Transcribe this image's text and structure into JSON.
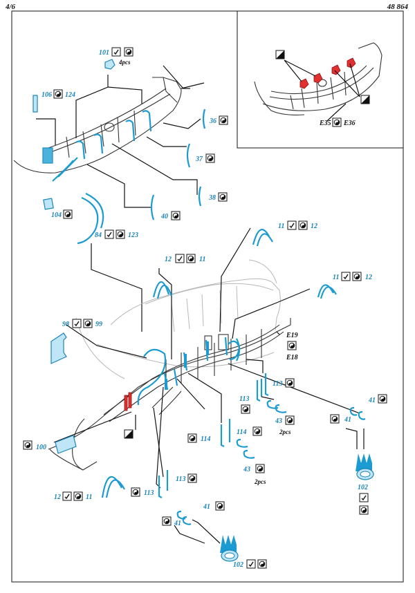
{
  "header": {
    "page": "4/6",
    "product_code": "48 864"
  },
  "callouts": {
    "c101": {
      "number": "101",
      "qty": "4pcs"
    },
    "c106": {
      "left": "106",
      "right": "124"
    },
    "c36": "36",
    "c37": "37",
    "c38": "38",
    "c40": "40",
    "c104": "104",
    "c84": {
      "left": "84",
      "right": "123"
    },
    "c11a": {
      "left": "11",
      "right": "12"
    },
    "c12a": {
      "left": "12",
      "right": "11"
    },
    "c11b": {
      "left": "11",
      "right": "12"
    },
    "c98": {
      "left": "98",
      "right": "99"
    },
    "cE19": "E19",
    "cE18": "E18",
    "c113a": "113",
    "c113b": "113",
    "c43a": {
      "number": "43",
      "qty": "2pcs"
    },
    "c43b": {
      "number": "43",
      "qty": "2pcs"
    },
    "c114a": "114",
    "c114b": "114",
    "c41a": "41",
    "c41b": "41",
    "c41c": "41",
    "c41d": "41",
    "c100": "100",
    "c12b": {
      "left": "12",
      "right": "11"
    },
    "c113c": "113",
    "c113d": "113",
    "c102a": "102",
    "c102b": "102",
    "cE35": {
      "left": "E35",
      "right": "E36"
    }
  },
  "icon_names": [
    "fold-icon",
    "paint-icon",
    "anneal-icon"
  ],
  "colors": {
    "photo_etch": "#1b9bd1",
    "photo_etch_dark": "#1b84b8",
    "highlight": "#e03030",
    "ink": "#111111"
  }
}
